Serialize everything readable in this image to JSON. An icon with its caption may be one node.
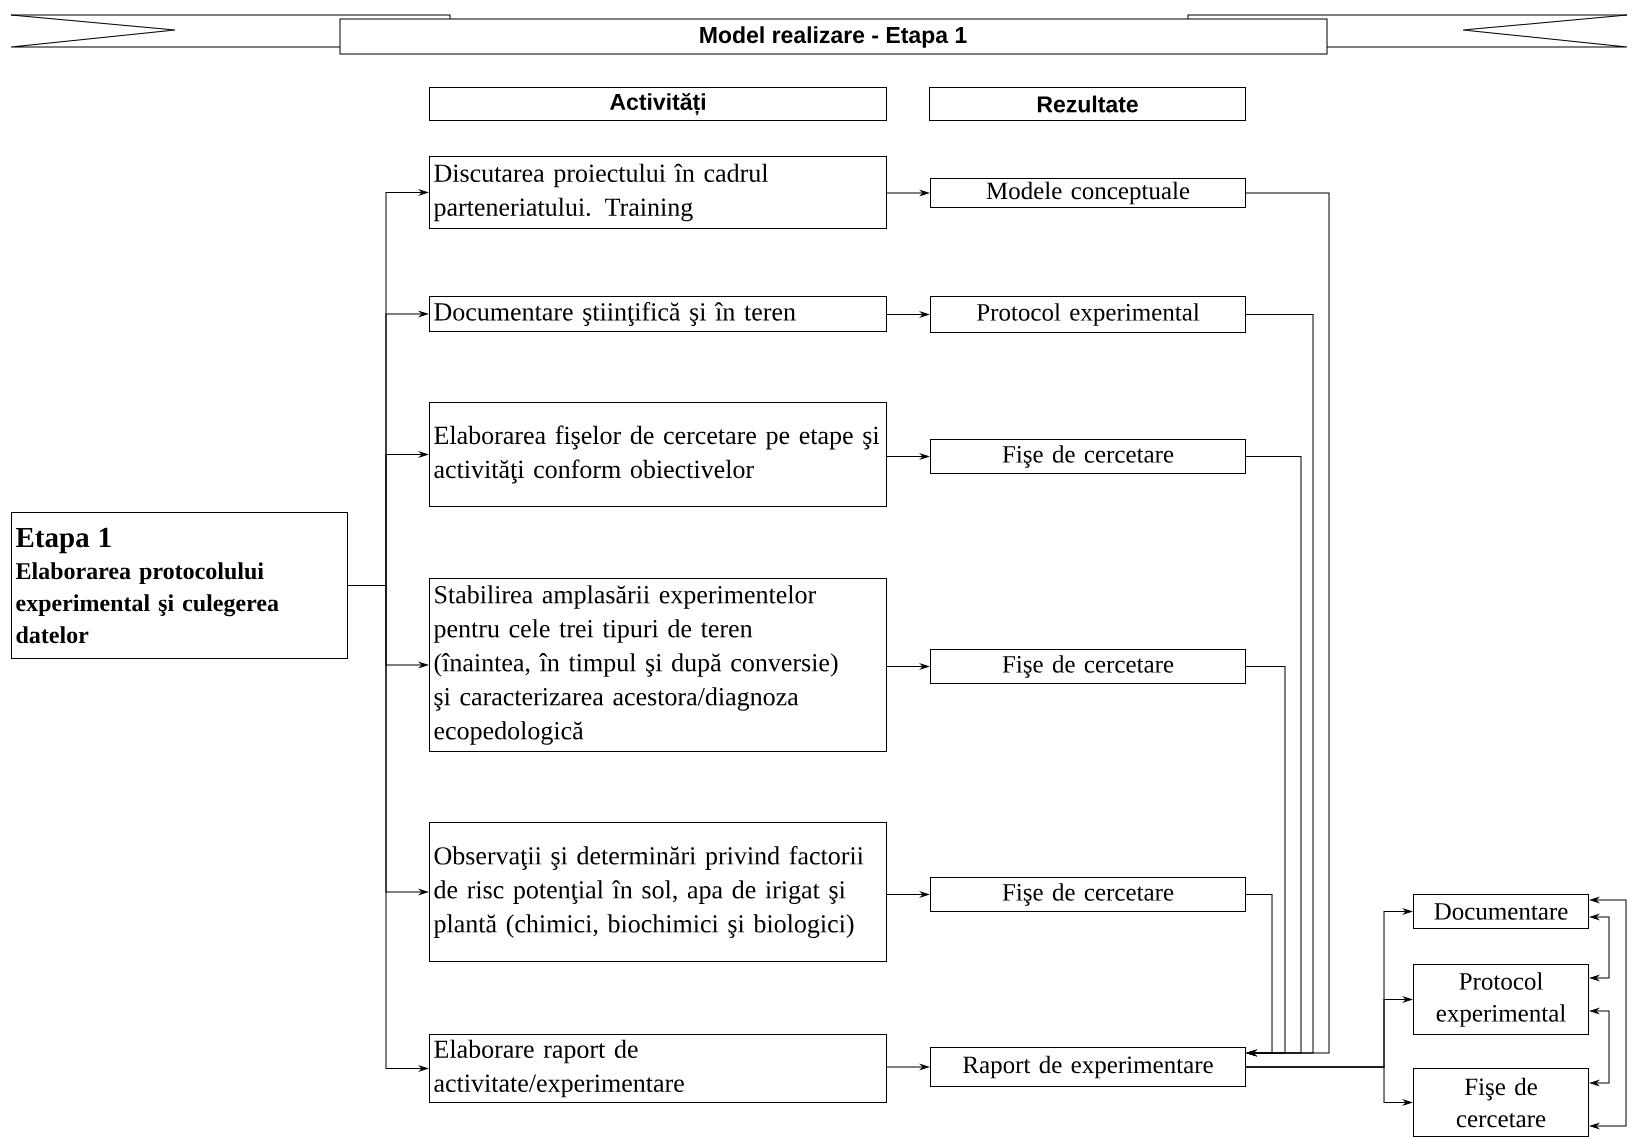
{
  "diagram": {
    "title": "Model realizare - Etapa 1",
    "nodes": [
      {
        "text": [
          "Activități"
        ]
      },
      {
        "text": [
          "Rezultate"
        ]
      },
      {
        "text": [
          "Etapa 1",
          "Elaborarea protocolului experimental şi culegerea datelor"
        ]
      },
      {
        "text": [
          "Discutarea proiectului în cadrul parteneriatului. Training"
        ]
      },
      {
        "text": [
          "Documentare ştiinţifică şi în teren"
        ]
      },
      {
        "text": [
          "Elaborarea fişelor de cercetare pe etape şi activităţi conform obiectivelor"
        ]
      },
      {
        "text": [
          "Stabilirea amplasării experimentelor pentru cele trei tipuri de teren (înaintea, în timpul şi după conversie) şi caracterizarea acestora/diagnoza ecopedologică"
        ]
      },
      {
        "text": [
          "Observaţii şi determinări privind factorii de risc potenţial în sol, apa de irigat şi plantă (chimici, biochimici şi biologici)"
        ]
      },
      {
        "text": [
          "Elaborare raport de activitate/experimentare"
        ]
      },
      {
        "text": [
          "Modele conceptuale"
        ]
      },
      {
        "text": [
          "Protocol experimental"
        ]
      },
      {
        "text": [
          "Fişe de cercetare"
        ]
      },
      {
        "text": [
          "Fişe de cercetare"
        ]
      },
      {
        "text": [
          "Fişe de cercetare"
        ]
      },
      {
        "text": [
          "Raport de experimentare"
        ]
      },
      {
        "text": [
          "Documentare"
        ]
      },
      {
        "text": [
          "Protocol experimental"
        ]
      },
      {
        "text": [
          "Fişe de cercetare"
        ]
      }
    ],
    "edges": [
      {
        "from": 2,
        "to": 3,
        "arrow": "to"
      },
      {
        "from": 2,
        "to": 4,
        "arrow": "to"
      },
      {
        "from": 2,
        "to": 5,
        "arrow": "to"
      },
      {
        "from": 2,
        "to": 6,
        "arrow": "to"
      },
      {
        "from": 2,
        "to": 7,
        "arrow": "to"
      },
      {
        "from": 2,
        "to": 8,
        "arrow": "to"
      },
      {
        "from": 3,
        "to": 9,
        "arrow": "to"
      },
      {
        "from": 4,
        "to": 10,
        "arrow": "to"
      },
      {
        "from": 5,
        "to": 11,
        "arrow": "to"
      },
      {
        "from": 6,
        "to": 12,
        "arrow": "to"
      },
      {
        "from": 7,
        "to": 13,
        "arrow": "to"
      },
      {
        "from": 8,
        "to": 14,
        "arrow": "to"
      },
      {
        "from": 9,
        "to": 14,
        "arrow": "to"
      },
      {
        "from": 10,
        "to": 14,
        "arrow": "to"
      },
      {
        "from": 11,
        "to": 14,
        "arrow": "to"
      },
      {
        "from": 12,
        "to": 14,
        "arrow": "to"
      },
      {
        "from": 13,
        "to": 14,
        "arrow": "to"
      },
      {
        "from": 14,
        "to": 15,
        "arrow": "to"
      },
      {
        "from": 14,
        "to": 16,
        "arrow": "to"
      },
      {
        "from": 14,
        "to": 17,
        "arrow": "to"
      },
      {
        "from": 15,
        "to": 17,
        "arrow": "both"
      },
      {
        "from": 15,
        "to": 16,
        "arrow": "both"
      },
      {
        "from": 16,
        "to": 17,
        "arrow": "both"
      }
    ]
  }
}
